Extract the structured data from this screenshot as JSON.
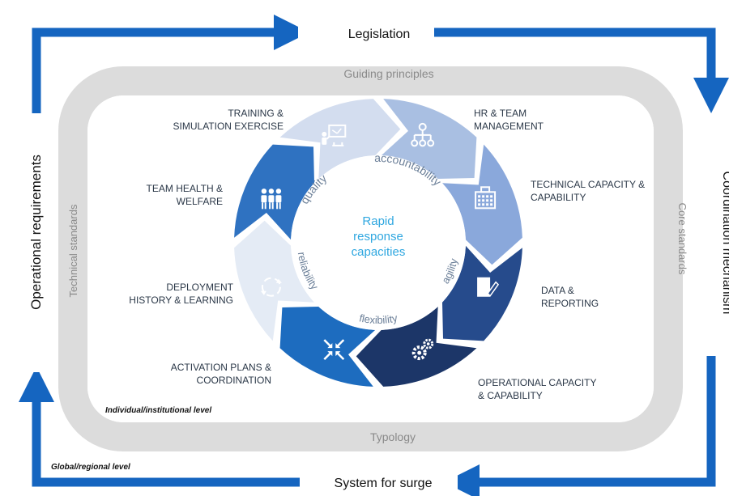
{
  "outer_cycle": {
    "top": "Legislation",
    "right": "Coordination mechanism",
    "bottom": "System for surge",
    "left": "Operational requirements",
    "corner_label": "Global/regional level"
  },
  "frame": {
    "top": "Guiding principles",
    "left": "Technical standards",
    "right": "Core standards",
    "bottom": "Typology",
    "corner_label": "Individual/institutional level"
  },
  "center": {
    "lines": [
      "Rapid",
      "response",
      "capacities"
    ]
  },
  "principles": [
    "accountability",
    "agility",
    "flexibility",
    "reliability",
    "quality"
  ],
  "segments": [
    {
      "icon": "organization-chart-icon",
      "color": "#a9bfe2",
      "label_lines": [
        "HR & TEAM",
        "MANAGEMENT"
      ]
    },
    {
      "icon": "building-icon",
      "color": "#8aa8db",
      "label_lines": [
        "TECHNICAL CAPACITY &",
        "CAPABILITY"
      ]
    },
    {
      "icon": "document-edit-icon",
      "color": "#264b8c",
      "label_lines": [
        "DATA &",
        "REPORTING"
      ]
    },
    {
      "icon": "gears-icon",
      "color": "#1c3668",
      "label_lines": [
        "OPERATIONAL CAPACITY",
        "& CAPABILITY"
      ]
    },
    {
      "icon": "arrows-converge-icon",
      "color": "#1d6cbf",
      "label_lines": [
        "ACTIVATION PLANS &",
        "COORDINATION"
      ]
    },
    {
      "icon": "cycle-icon",
      "color": "#e4ebf5",
      "label_lines": [
        "DEPLOYMENT",
        "HISTORY & LEARNING"
      ]
    },
    {
      "icon": "people-icon",
      "color": "#2f72c1",
      "label_lines": [
        "TEAM HEALTH &",
        "WELFARE"
      ]
    },
    {
      "icon": "presentation-icon",
      "color": "#d3ddef",
      "label_lines": [
        "TRAINING &",
        "SIMULATION  EXERCISE"
      ]
    }
  ],
  "colors": {
    "cycle_arrow": "#1565c0",
    "frame": "#dcdcdc",
    "frame_text": "#8a8a8a",
    "center_text": "#2fa7e0",
    "principle_text": "#6b7f98",
    "label_text": "#2b3848"
  }
}
